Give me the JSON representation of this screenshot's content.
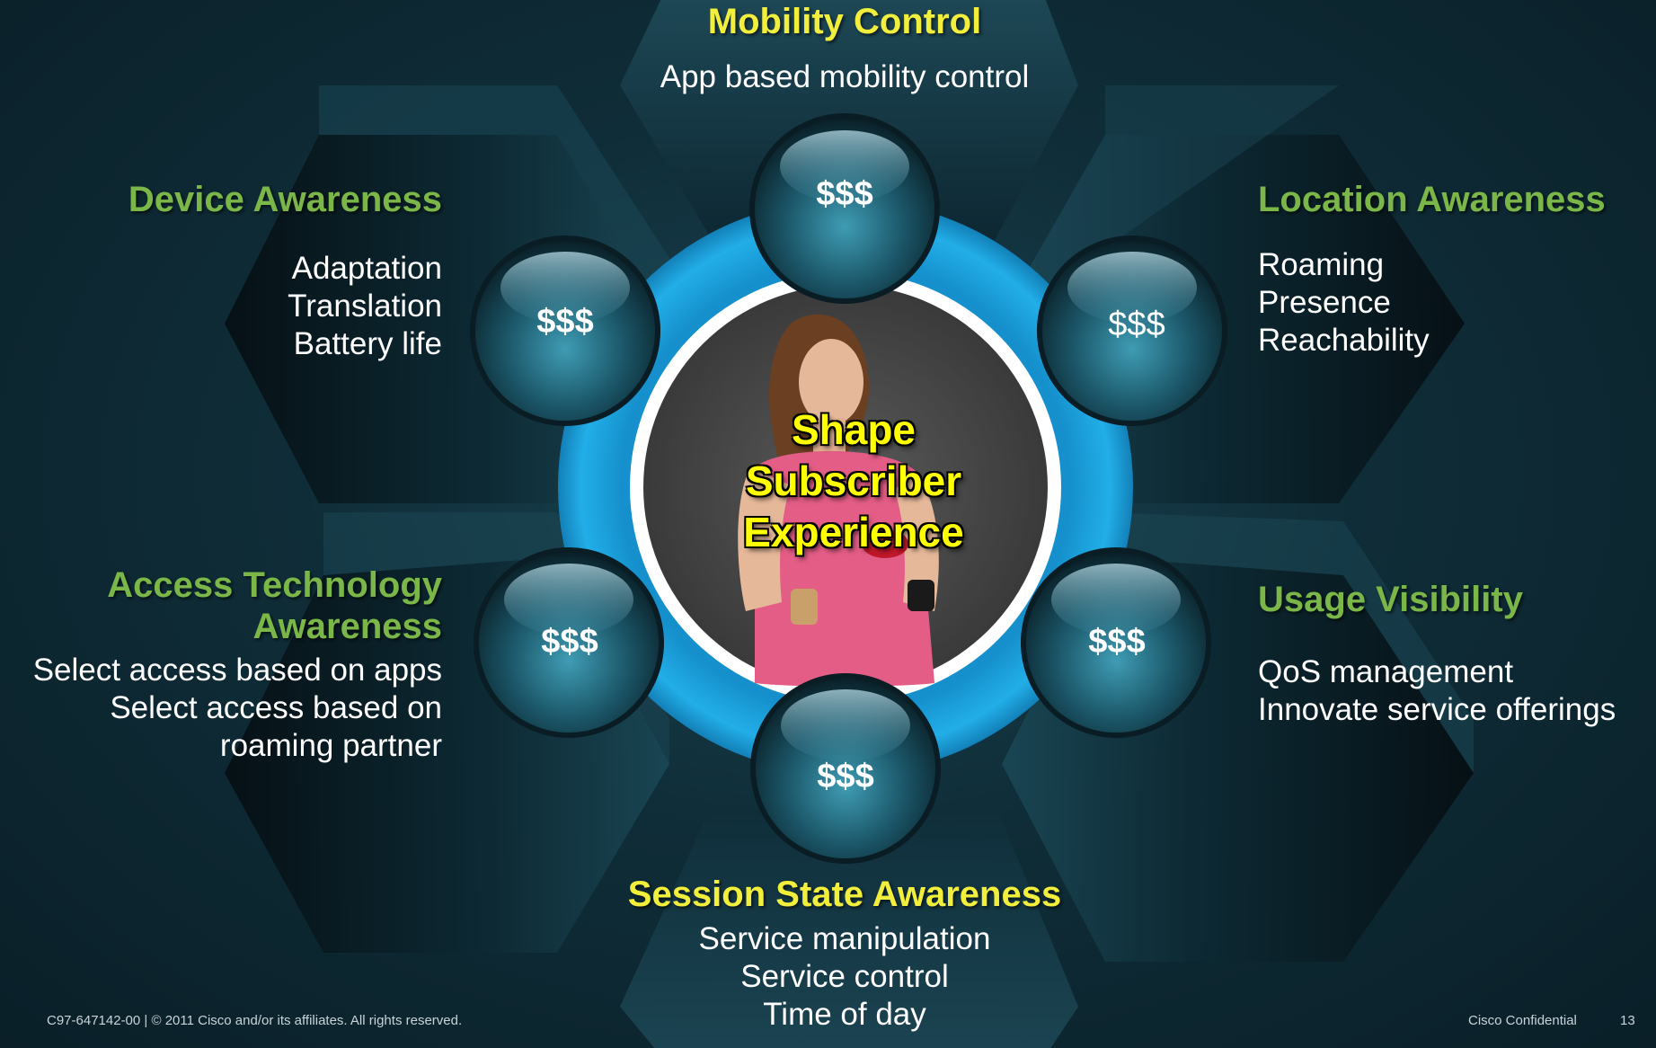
{
  "center": {
    "lines": [
      "Shape",
      "Subscriber",
      "Experience"
    ]
  },
  "segments": {
    "mobility": {
      "title": "Mobility Control",
      "lines": [
        "App based mobility control"
      ],
      "badge": "$$$"
    },
    "device": {
      "title": "Device Awareness",
      "lines": [
        "Adaptation",
        "Translation",
        "Battery life"
      ],
      "badge": "$$$"
    },
    "location": {
      "title": "Location Awareness",
      "lines": [
        "Roaming",
        "Presence",
        "Reachability"
      ],
      "badge": "$$$"
    },
    "access": {
      "title_lines": [
        "Access Technology",
        "Awareness"
      ],
      "lines": [
        "Select access based on apps",
        "Select access based on",
        "roaming partner"
      ],
      "badge": "$$$"
    },
    "usage": {
      "title": "Usage Visibility",
      "lines": [
        "QoS management",
        "Innovate service offerings"
      ],
      "badge": "$$$"
    },
    "session": {
      "title": "Session State Awareness",
      "lines": [
        "Service manipulation",
        "Service control",
        "Time of day"
      ],
      "badge": "$$$"
    }
  },
  "colors": {
    "green_title": "#7ab648",
    "yellow_title": "#f2ee3c",
    "ring": "#1aa3e0",
    "center_text": "#ffff00"
  },
  "footer": {
    "left": "C97-647142-00  |  © 2011 Cisco and/or its affiliates. All rights reserved.",
    "confidential": "Cisco Confidential",
    "page": "13"
  }
}
